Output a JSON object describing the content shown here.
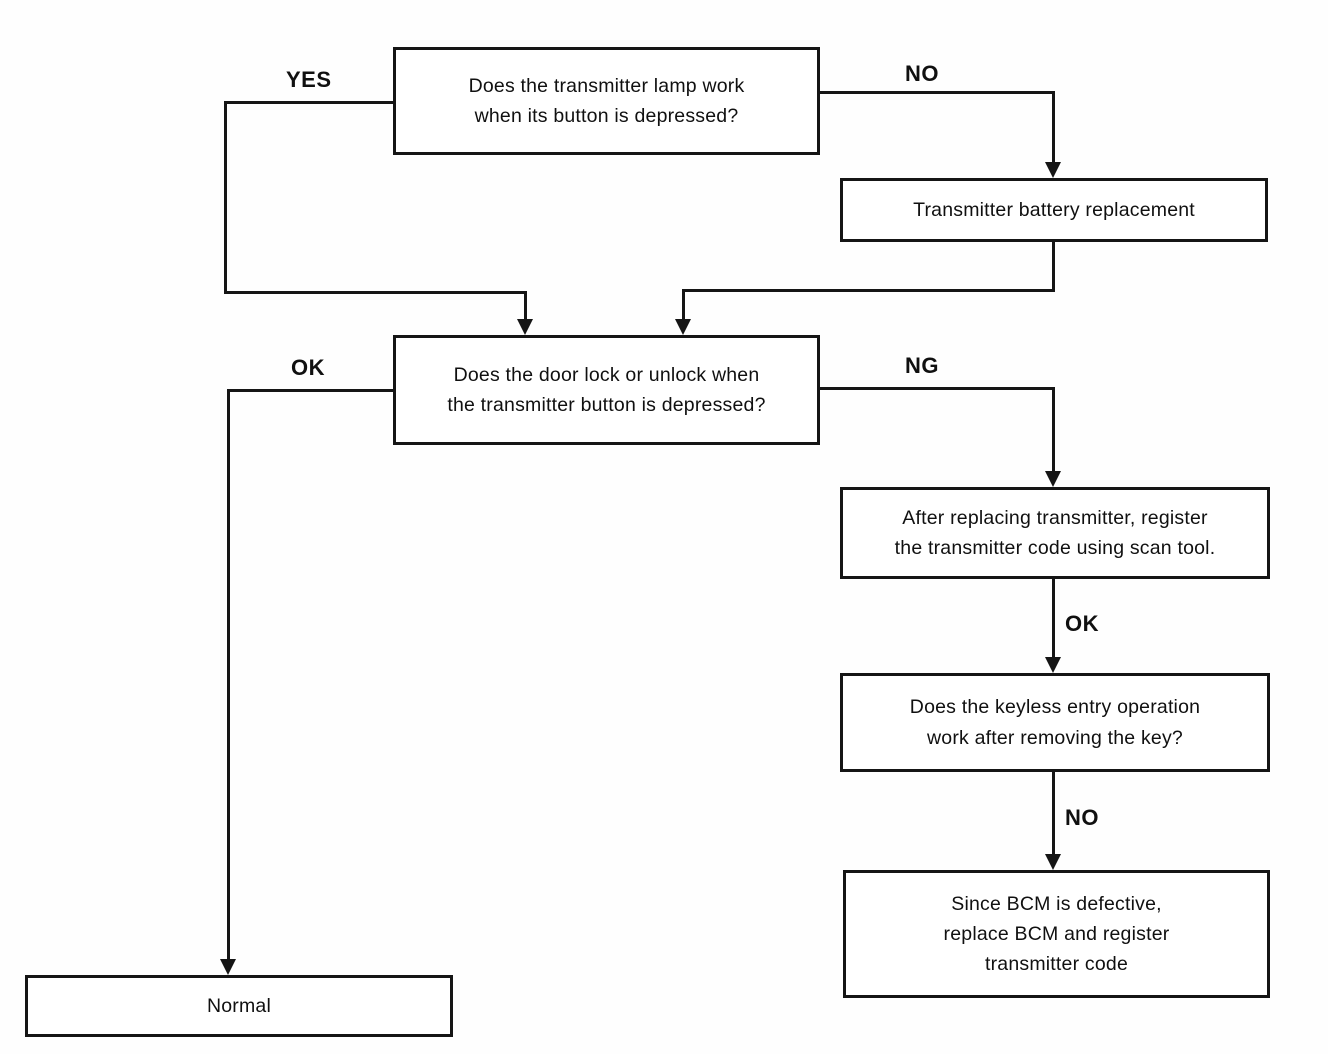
{
  "flowchart": {
    "nodes": {
      "q1": {
        "text": "Does the transmitter lamp work\nwhen its button is depressed?"
      },
      "battery": {
        "text": "Transmitter battery replacement"
      },
      "q2": {
        "text": "Does the door lock or unlock when\nthe transmitter button is depressed?"
      },
      "register": {
        "text": "After replacing transmitter, register\nthe transmitter code using scan tool."
      },
      "keyless": {
        "text": "Does the keyless entry operation\nwork after removing the key?"
      },
      "bcm": {
        "text": "Since BCM is defective,\nreplace BCM and register\ntransmitter code"
      },
      "normal": {
        "text": "Normal"
      }
    },
    "edge_labels": {
      "q1_yes": "YES",
      "q1_no": "NO",
      "q2_ok": "OK",
      "q2_ng": "NG",
      "register_ok": "OK",
      "keyless_no": "NO"
    },
    "colors": {
      "line": "#151515",
      "text": "#101010",
      "background": "#ffffff"
    }
  }
}
